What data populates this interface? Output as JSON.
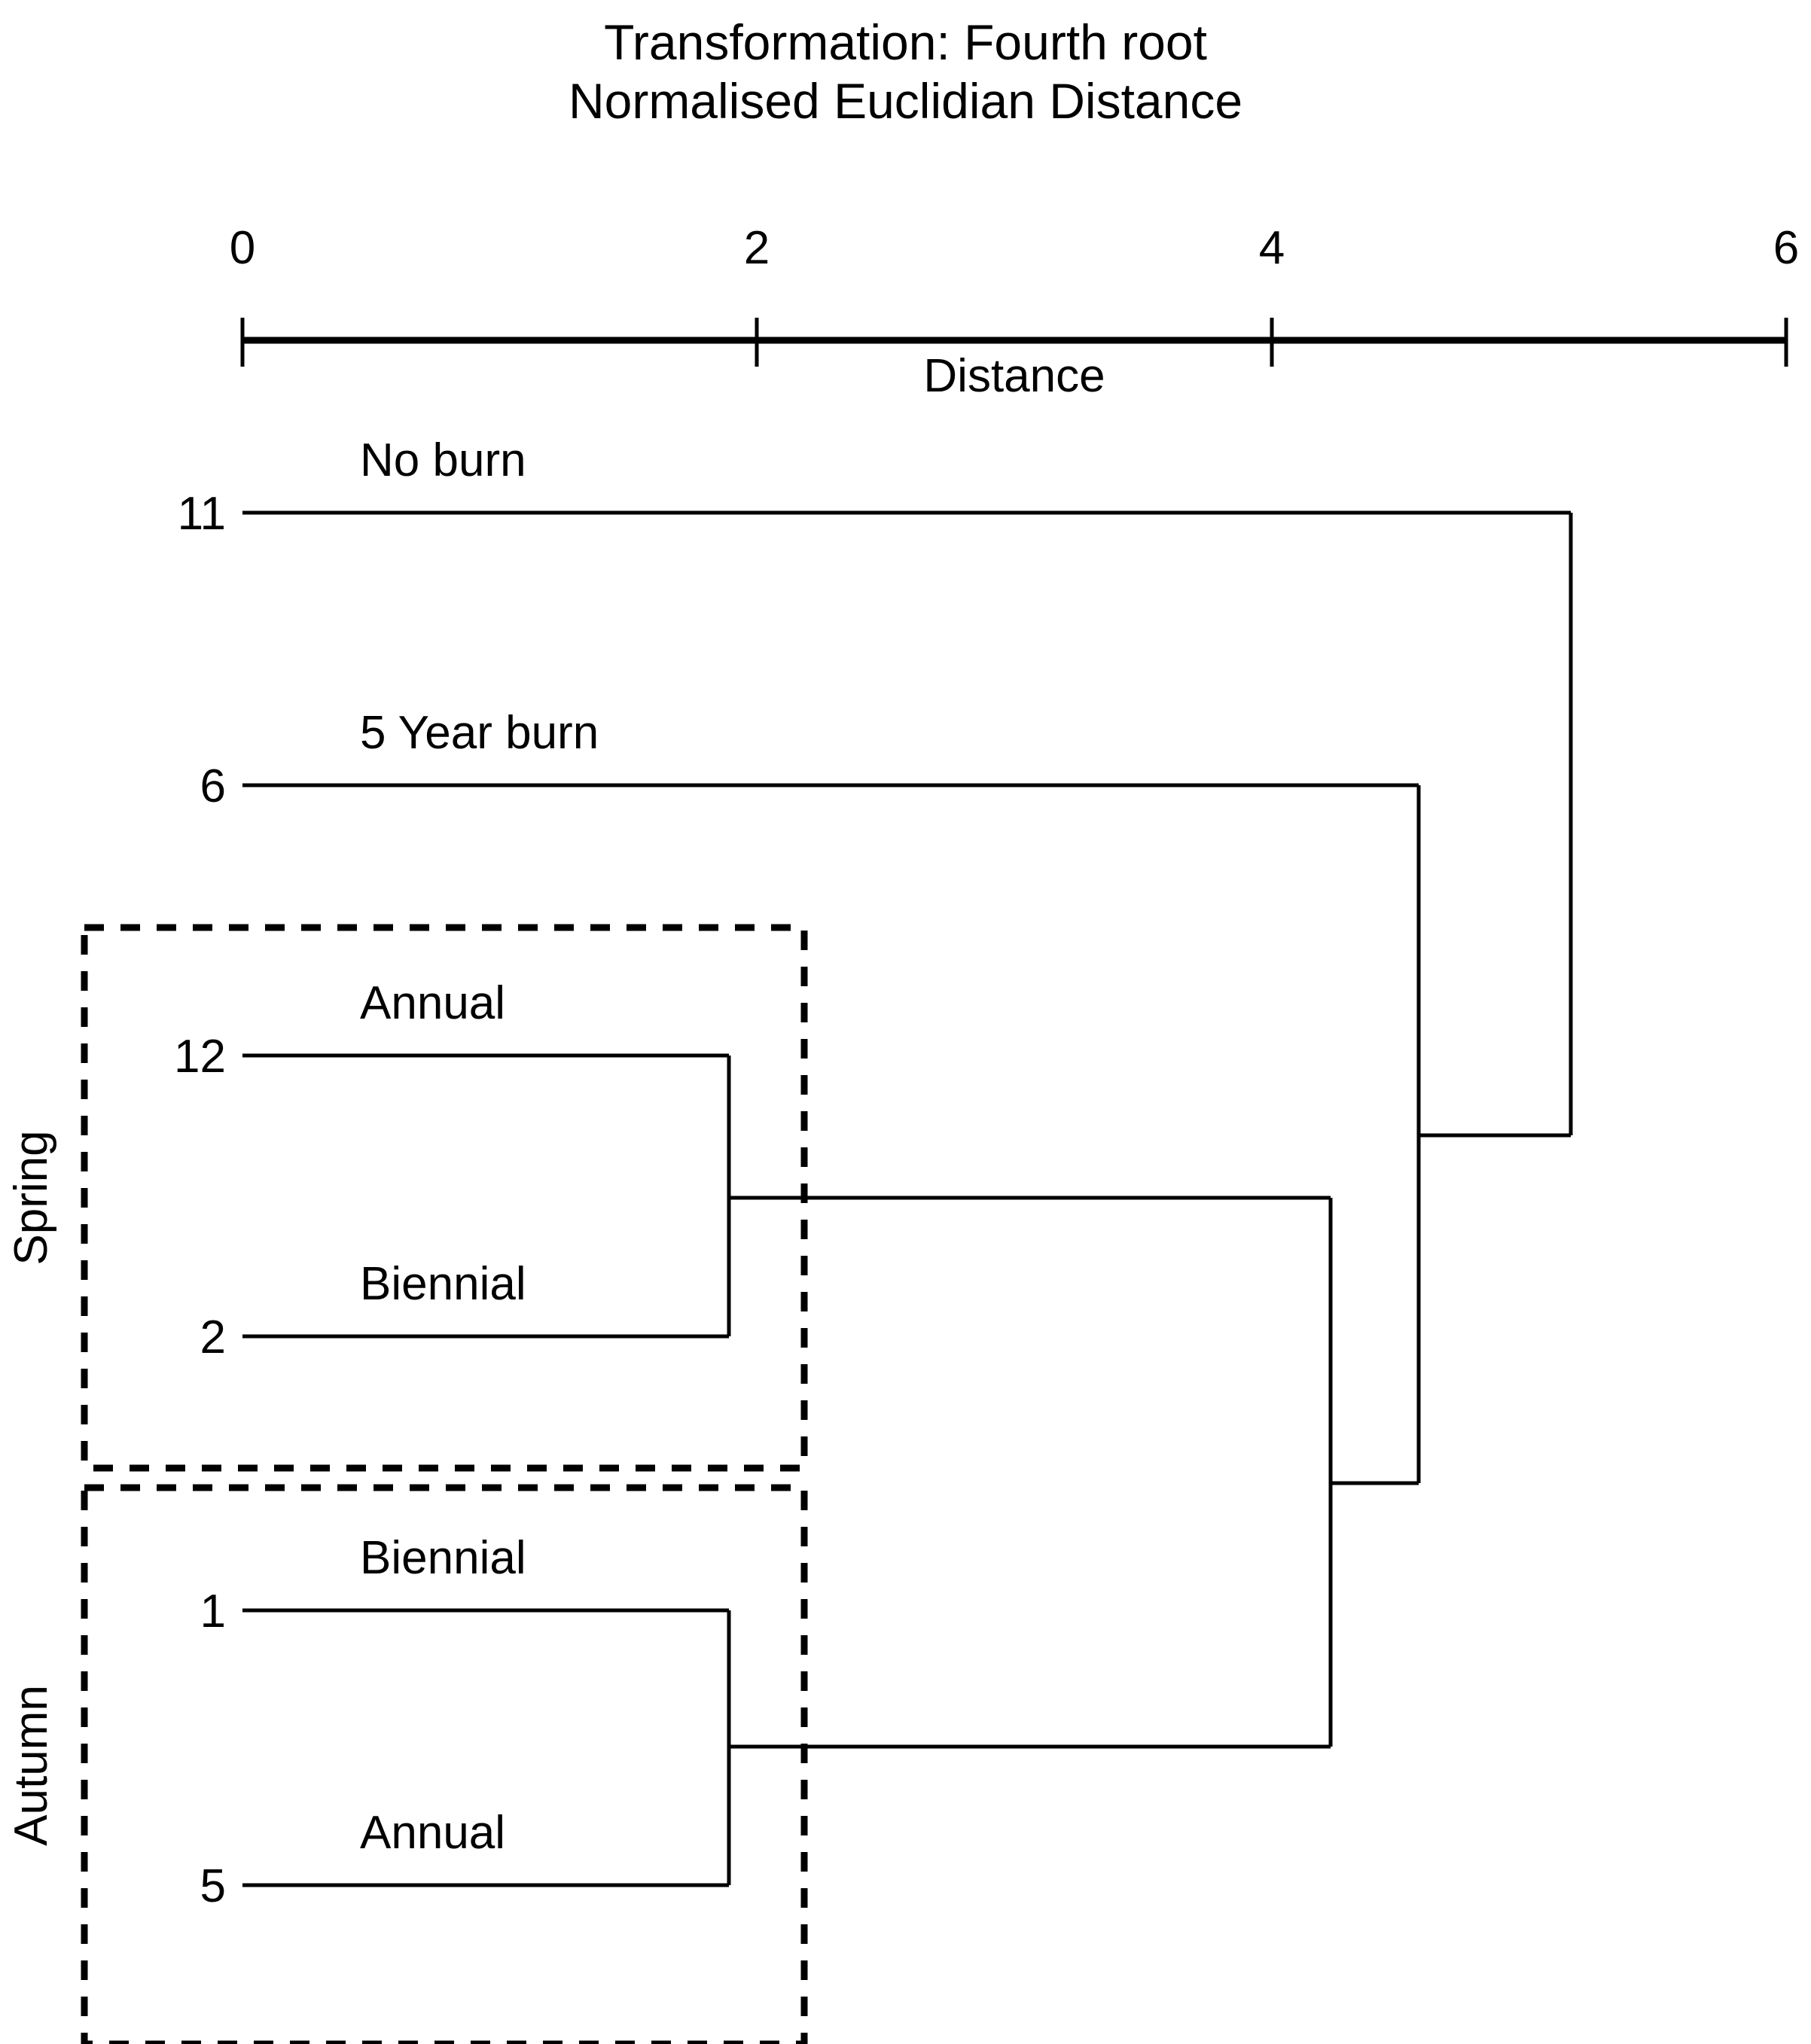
{
  "title": {
    "line1": "Transformation: Fourth root",
    "line2": "Normalised Euclidian Distance"
  },
  "axis": {
    "label": "Distance",
    "ticks": [
      "0",
      "2",
      "4",
      "6"
    ]
  },
  "groups": {
    "spring": "Spring",
    "autumn": "Autumn"
  },
  "leaves": {
    "l11_id": "11",
    "l11_label": "No burn",
    "l6_id": "6",
    "l6_label": "5 Year burn",
    "l12_id": "12",
    "l12_label": "Annual",
    "l2_id": "2",
    "l2_label": "Biennial",
    "l1_id": "1",
    "l1_label": "Biennial",
    "l5_id": "5",
    "l5_label": "Annual"
  },
  "chart_data": {
    "type": "dendrogram",
    "title": "Transformation: Fourth root / Normalised Euclidian Distance",
    "xlabel": "Distance",
    "xlim": [
      0,
      6
    ],
    "xticks": [
      0,
      2,
      4,
      6
    ],
    "grid": false,
    "legend": null,
    "orientation": "horizontal-left-to-right",
    "distance_metric": "Normalised Euclidian Distance",
    "transformation": "Fourth root",
    "leaves": [
      {
        "id": "11",
        "label": "No burn",
        "group": null,
        "order": 1
      },
      {
        "id": "6",
        "label": "5 Year burn",
        "group": null,
        "order": 2
      },
      {
        "id": "12",
        "label": "Annual",
        "group": "Spring",
        "order": 3
      },
      {
        "id": "2",
        "label": "Biennial",
        "group": "Spring",
        "order": 4
      },
      {
        "id": "1",
        "label": "Biennial",
        "group": "Autumn",
        "order": 5
      },
      {
        "id": "5",
        "label": "Annual",
        "group": "Autumn",
        "order": 6
      }
    ],
    "merges": [
      {
        "name": "spring-pair",
        "members": [
          "12",
          "2"
        ],
        "distance": 1.89
      },
      {
        "name": "autumn-pair",
        "members": [
          "1",
          "5"
        ],
        "distance": 1.89
      },
      {
        "name": "seasons",
        "members": [
          "spring-pair",
          "autumn-pair"
        ],
        "distance": 4.23
      },
      {
        "name": "five-year",
        "members": [
          "6",
          "seasons"
        ],
        "distance": 4.57
      },
      {
        "name": "root",
        "members": [
          "11",
          "five-year"
        ],
        "distance": 5.16
      }
    ],
    "annotation_boxes": [
      {
        "label": "Spring",
        "leaves": [
          "12",
          "2"
        ],
        "style": "dashed"
      },
      {
        "label": "Autumn",
        "leaves": [
          "1",
          "5"
        ],
        "style": "dashed"
      }
    ]
  }
}
